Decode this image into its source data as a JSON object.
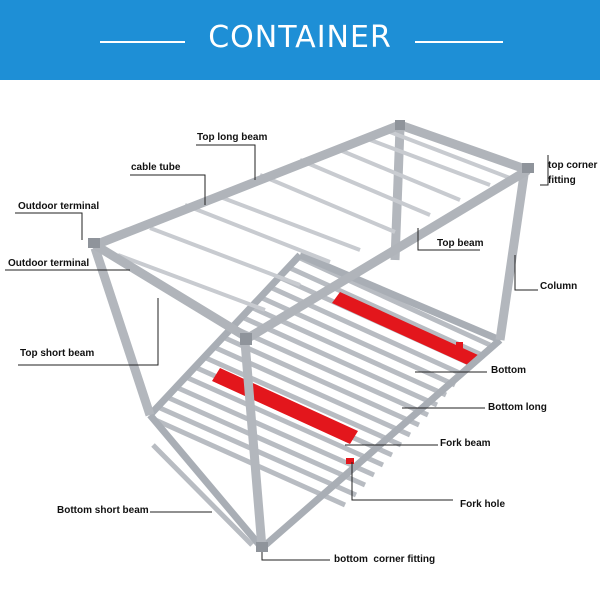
{
  "header": {
    "title": "CONTAINER",
    "color": "#1e8fd6"
  },
  "colors": {
    "frame": "#c5c9cf",
    "frame_dark": "#9ea3aa",
    "fork": "#e3161c",
    "leader": "#222222"
  },
  "labels": {
    "top_long_beam": "Top long beam",
    "cable_tube": "cable tube",
    "top_corner_fitting": "top corner\nfitting",
    "outdoor_terminal_1": "Outdoor terminal",
    "outdoor_terminal_2": "Outdoor terminal",
    "top_beam": "Top beam",
    "column": "Column",
    "top_short_beam": "Top short beam",
    "bottom": "Bottom",
    "bottom_long": "Bottom long",
    "fork_beam": "Fork beam",
    "fork_hole": "Fork hole",
    "bottom_short_beam": "Bottom short beam",
    "bottom_corner_fitting": "bottom  corner fitting"
  }
}
